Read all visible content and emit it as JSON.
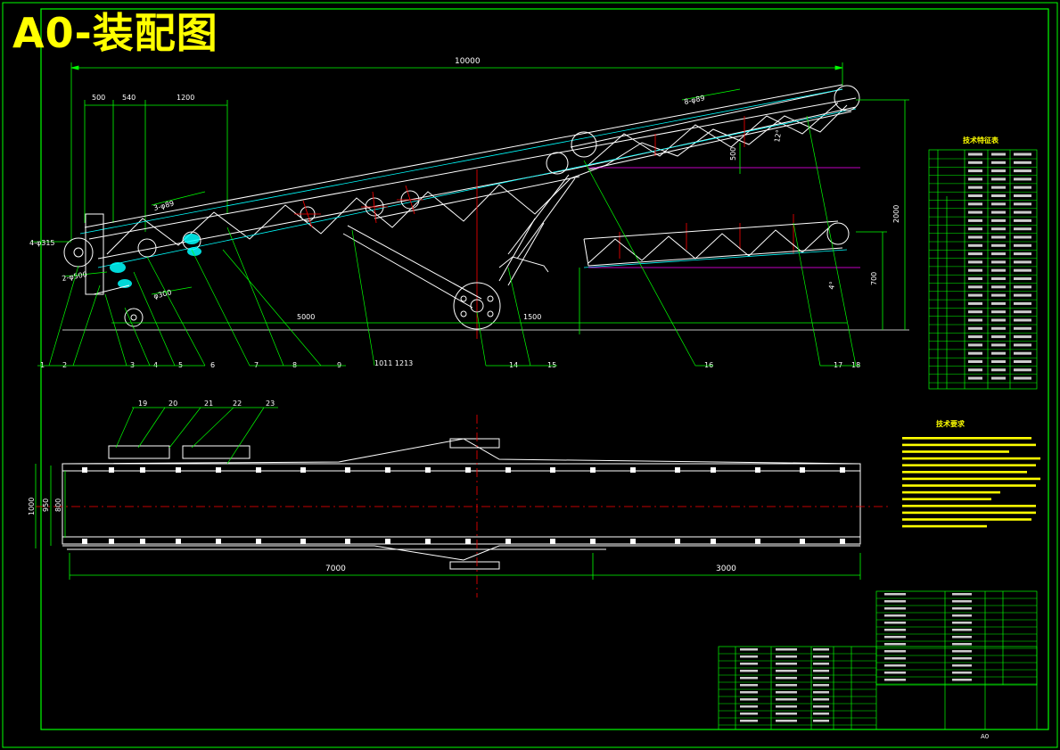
{
  "sheet": {
    "title": "A0-装配图",
    "sheet_size_label": "A0",
    "colors": {
      "background": "#000000",
      "frame": "#00ff00",
      "structure": "#ffffff",
      "leaders": "#00ff00",
      "centerline": "#ff0000",
      "cyan_lines": "#00ffff",
      "yellow_text": "#ffff00",
      "magenta": "#ff00ff"
    }
  },
  "side_view": {
    "dimensions": {
      "overall_length": "10000",
      "d500": "500",
      "d540": "540",
      "d1200": "1200",
      "d5000": "5000",
      "d1500": "1500",
      "d2000": "2000",
      "d700": "700",
      "d500_right": "500",
      "angle_upper": "12°",
      "angle_lower": "4°"
    },
    "callouts": {
      "drum_left": "4-φ315",
      "drum_lower": "2-φ500",
      "pipe_upper": "3-φ89",
      "pipe_right": "8-φ89",
      "wheel": "φ300"
    },
    "part_numbers": [
      "1",
      "2",
      "3",
      "4",
      "5",
      "6",
      "7",
      "8",
      "9",
      "1011 1213",
      "14",
      "15",
      "16",
      "17",
      "18"
    ]
  },
  "plan_view": {
    "dimensions": {
      "d1000": "1000",
      "d950": "950",
      "d800": "800",
      "d7000": "7000",
      "d3000": "3000"
    },
    "part_numbers": [
      "19",
      "20",
      "21",
      "22",
      "23"
    ]
  },
  "spec_table": {
    "heading": "技术特征表"
  },
  "tech_requirements": {
    "heading": "技术要求"
  }
}
